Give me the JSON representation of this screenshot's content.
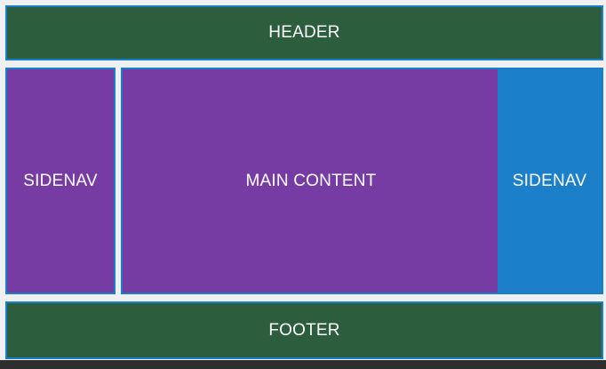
{
  "layout": {
    "header": {
      "label": "HEADER"
    },
    "sidenav_left": {
      "label": "SIDENAV"
    },
    "main": {
      "label": "MAIN CONTENT"
    },
    "sidenav_right": {
      "label": "SIDENAV"
    },
    "footer": {
      "label": "FOOTER"
    }
  },
  "colors": {
    "header_footer": "#2c5e3d",
    "sidenav_left_main": "#763ca3",
    "sidenav_right": "#1b7fca",
    "border": "#1a7fc8"
  }
}
